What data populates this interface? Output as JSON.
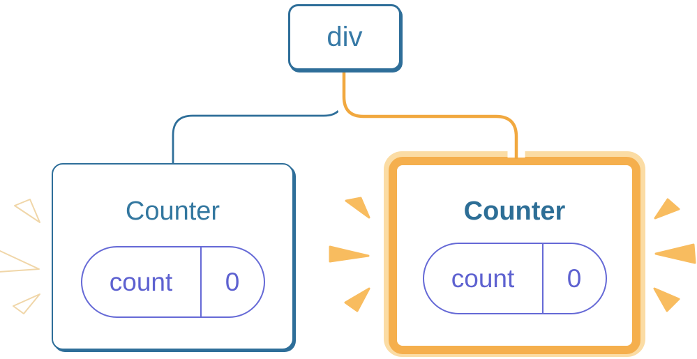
{
  "diagram": {
    "root_node": {
      "label": "div"
    },
    "children": [
      {
        "title": "Counter",
        "state_pill": {
          "key": "count",
          "value": "0"
        },
        "highlighted": false
      },
      {
        "title": "Counter",
        "state_pill": {
          "key": "count",
          "value": "0"
        },
        "highlighted": true
      }
    ],
    "icons": {
      "left_card_sparks": "spark-burst-icon",
      "right_card_sparks": "spark-burst-icon"
    }
  },
  "colors": {
    "blue_border": "#2E6E99",
    "blue_text": "#3679A6",
    "title_left": "#33779F",
    "title_right": "#2D6E96",
    "purple_border": "#6569D6",
    "purple_text": "#5D61D0",
    "orange_core": "#F1A83F",
    "orange_ring": "#F5AF4D",
    "orange_light": "#FBDCA4",
    "orange_spark": "#F8BC5F",
    "spark_white_fill": "#FFFFFF",
    "spark_white_stroke": "#F0D6A8",
    "background": "#FFFFFF"
  }
}
